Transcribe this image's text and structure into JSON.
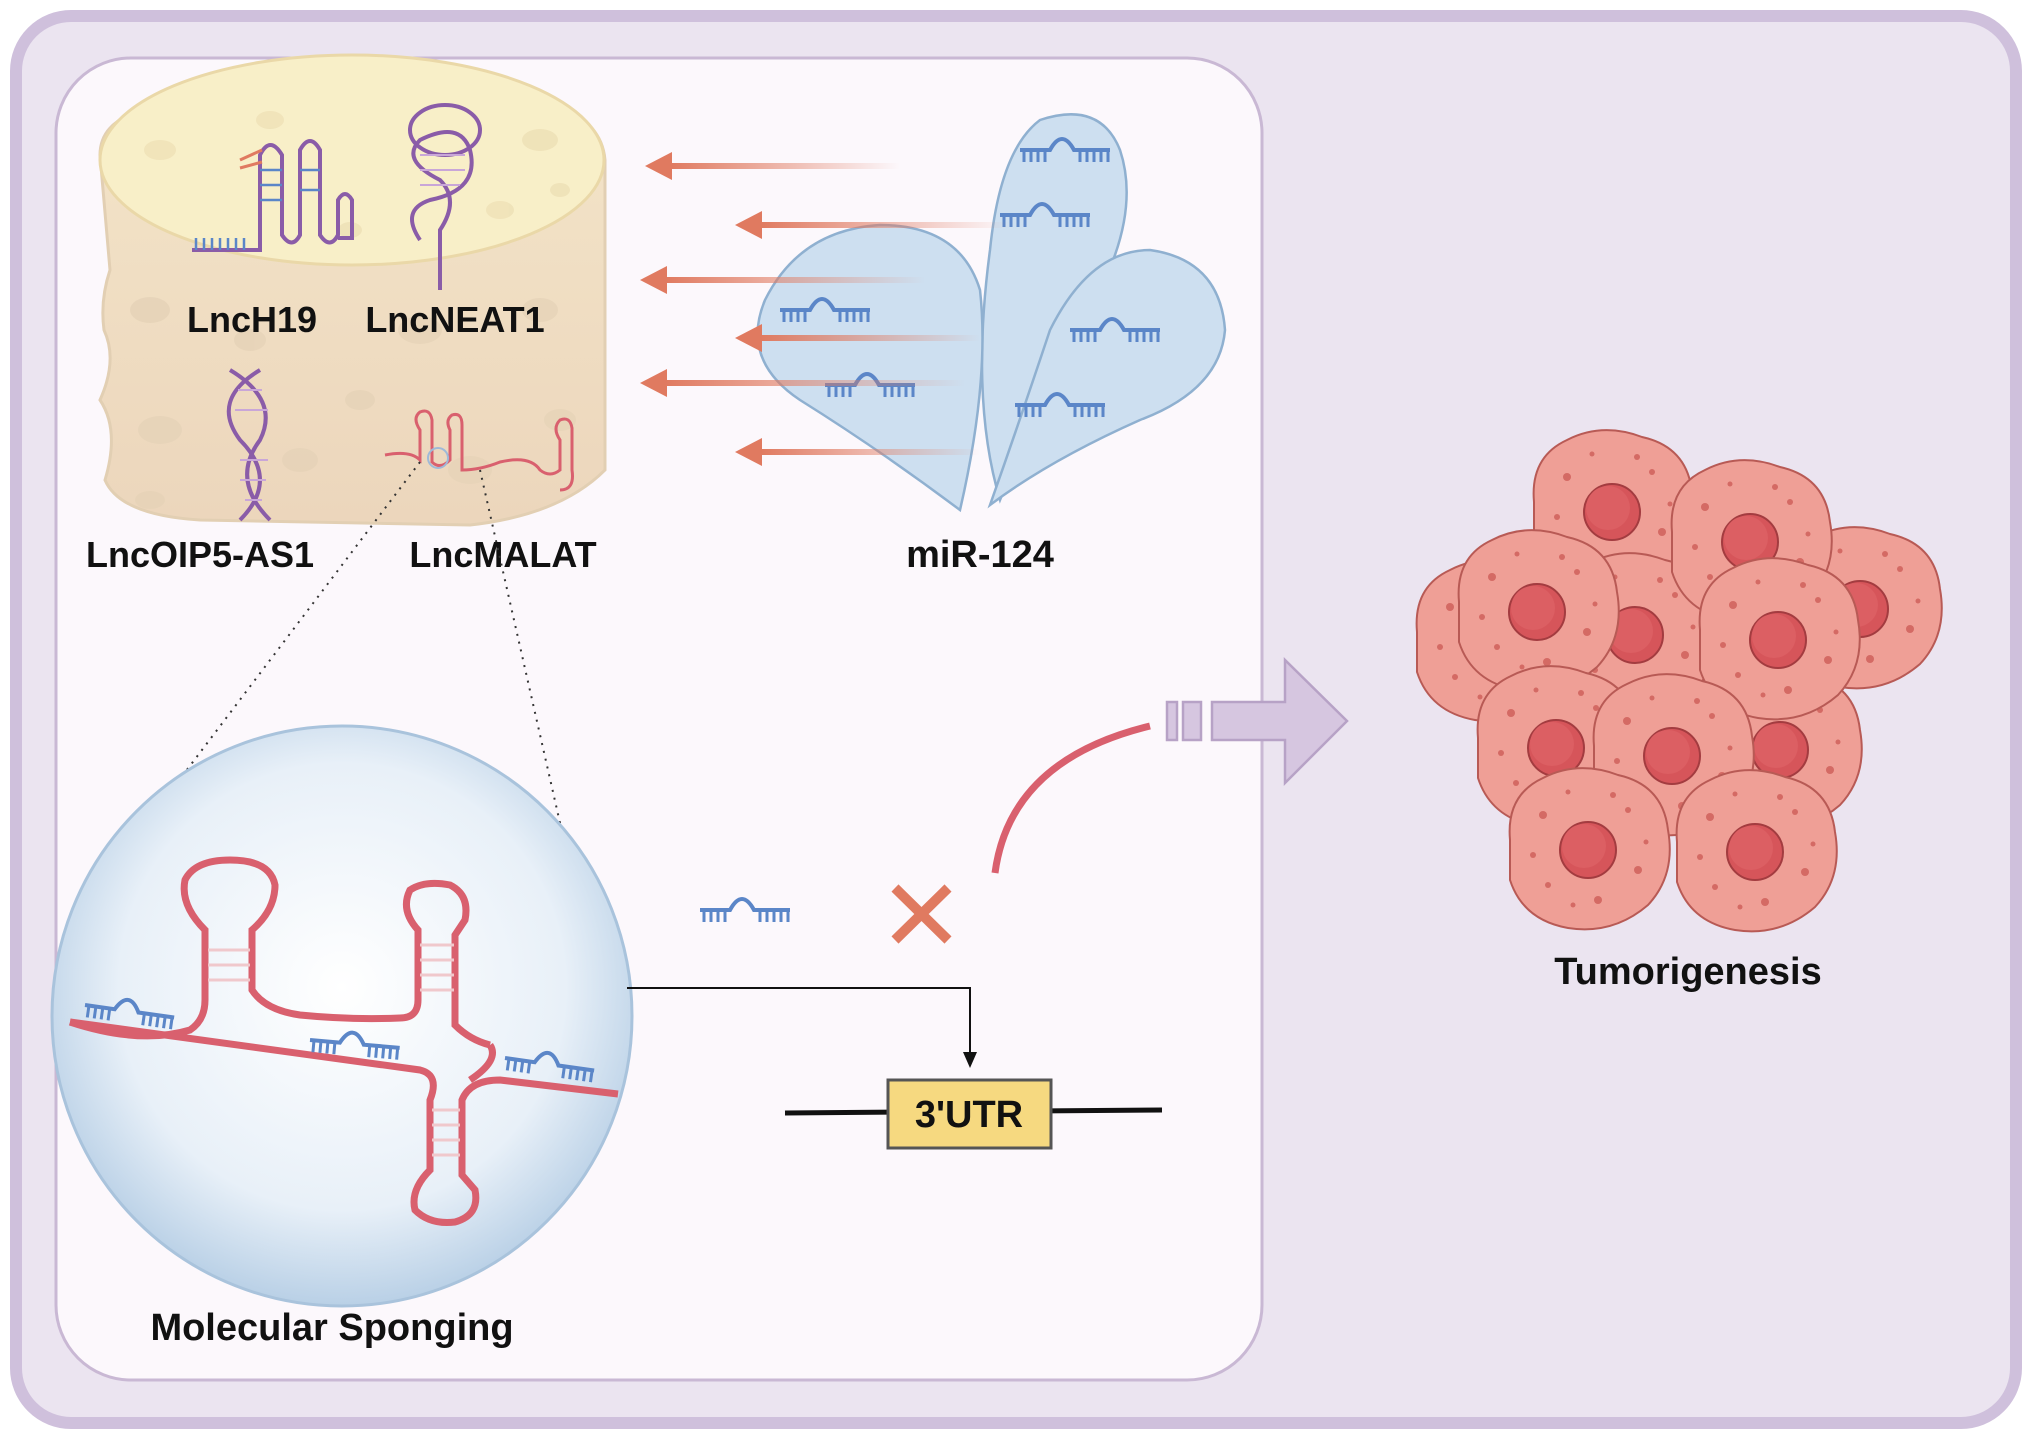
{
  "lncrnas": {
    "h19": "LncH19",
    "neat1": "LncNEAT1",
    "oip5": "LncOIP5-AS1",
    "malat": "LncMALAT"
  },
  "mirna": {
    "label": "miR-124"
  },
  "sponging": {
    "label": "Molecular Sponging"
  },
  "target": {
    "label": "3'UTR"
  },
  "outcome": {
    "label": "Tumorigenesis"
  },
  "colors": {
    "outer_border": "#cfc0dc",
    "outer_fill": "#ebe4f0",
    "inner_fill": "#fcf8fc",
    "tissue": "#f2e0c8",
    "tissue_top": "#f8efc8",
    "droplet": "#cddff0",
    "rna_red": "#d9606e",
    "mirna_blue": "#5b86c8",
    "arrow_red": "#e07a60",
    "block_arrow": "#d6c6e0",
    "utr_box": "#f6d980",
    "cell": "#ef9f96",
    "nucleus": "#d6555a"
  }
}
